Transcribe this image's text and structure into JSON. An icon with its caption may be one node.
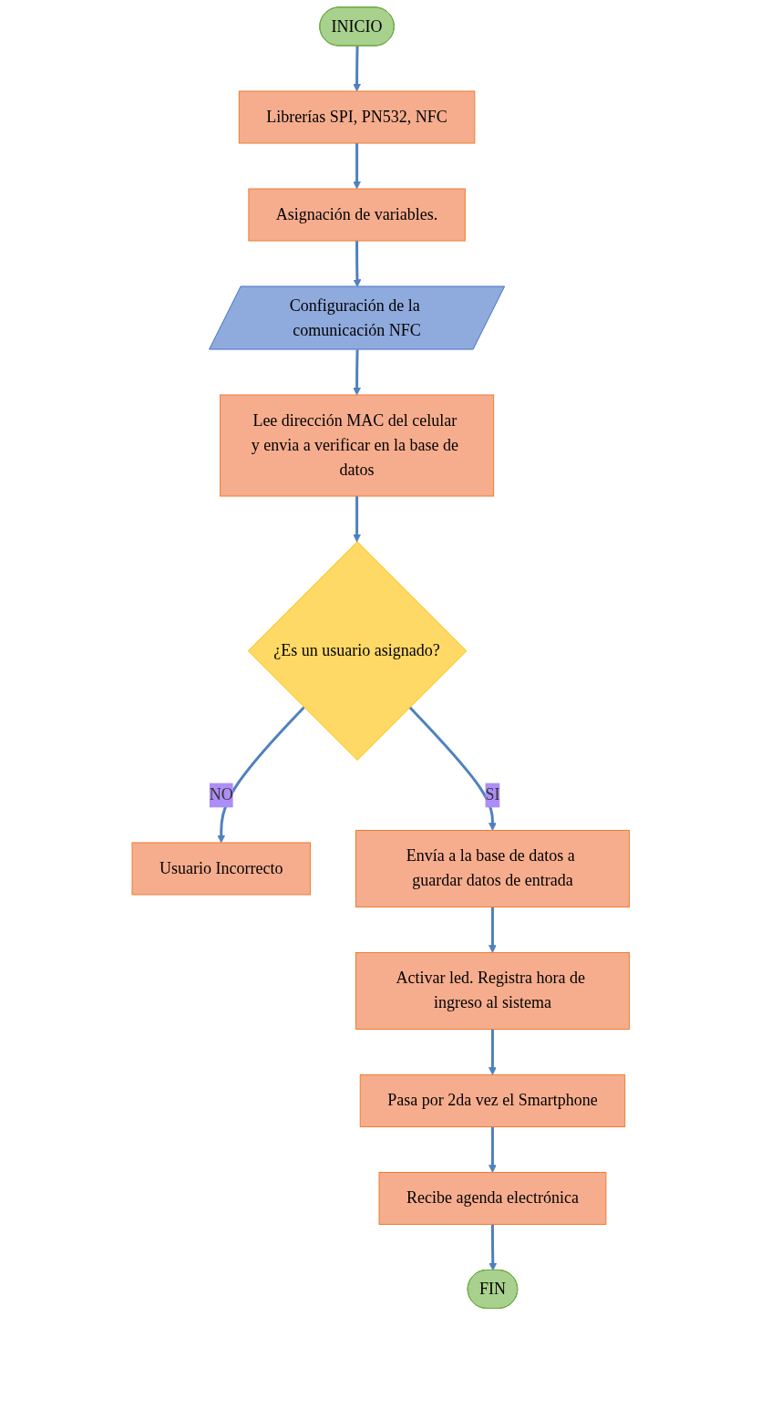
{
  "diagram": {
    "nodes": [
      {
        "text": [
          "INICIO"
        ]
      },
      {
        "text": [
          "Librerías SPI, PN532, NFC"
        ]
      },
      {
        "text": [
          "Asignación de variables."
        ]
      },
      {
        "text": [
          "Configuración de la comunicación NFC"
        ]
      },
      {
        "text": [
          "Lee dirección MAC del celular y envia a verificar en la base de datos"
        ]
      },
      {
        "text": [
          "¿Es un usuario asignado?"
        ]
      },
      {
        "text": [
          "Usuario Incorrecto"
        ]
      },
      {
        "text": [
          "Envía a la base de datos a guardar datos de entrada"
        ]
      },
      {
        "text": [
          "Activar led. Registra hora de ingreso al sistema"
        ]
      },
      {
        "text": [
          "Pasa por 2da vez el Smartphone"
        ]
      },
      {
        "text": [
          "Recibe agenda electrónica"
        ]
      },
      {
        "text": [
          "FIN"
        ]
      }
    ],
    "edges": [
      {
        "from": 0,
        "to": 1,
        "arrow": "to"
      },
      {
        "from": 1,
        "to": 2,
        "arrow": "to"
      },
      {
        "from": 2,
        "to": 3,
        "arrow": "to"
      },
      {
        "from": 3,
        "to": 4,
        "arrow": "to"
      },
      {
        "from": 4,
        "to": 5,
        "arrow": "to"
      },
      {
        "from": 5,
        "to": 6,
        "arrow": "to",
        "label": "NO"
      },
      {
        "from": 5,
        "to": 7,
        "arrow": "to",
        "label": "SI"
      },
      {
        "from": 7,
        "to": 8,
        "arrow": "to"
      },
      {
        "from": 8,
        "to": 9,
        "arrow": "to"
      },
      {
        "from": 9,
        "to": 10,
        "arrow": "to"
      },
      {
        "from": 10,
        "to": 11,
        "arrow": "to"
      }
    ]
  }
}
